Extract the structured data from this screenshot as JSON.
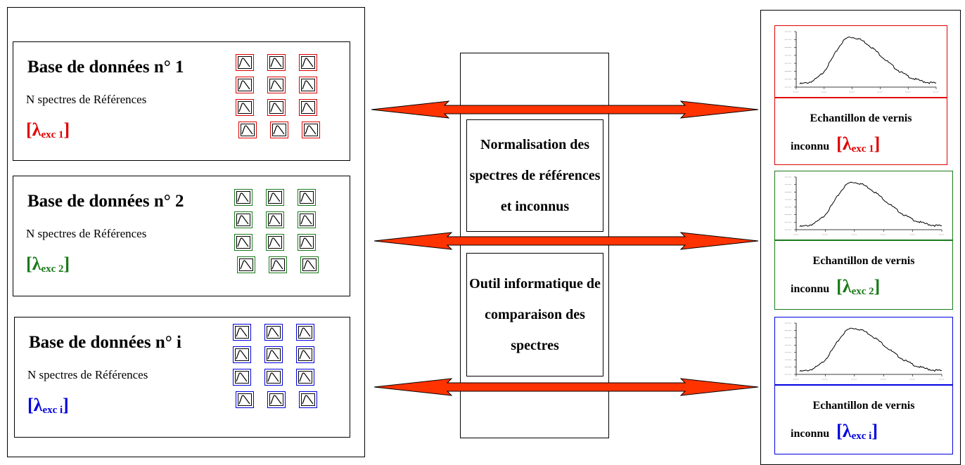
{
  "databases": [
    {
      "title": "Base de données n° 1",
      "subtitle": "N spectres de Références",
      "lambda_sym": "[λ",
      "lambda_sub": "exc 1",
      "lambda_close": "]",
      "color": "#e00000"
    },
    {
      "title": "Base de données n° 2",
      "subtitle": "N spectres de Références",
      "lambda_sym": "[λ",
      "lambda_sub": "exc 2",
      "lambda_close": "]",
      "color": "#1a7a1a"
    },
    {
      "title": "Base de données n° i",
      "subtitle": "N spectres de Références",
      "lambda_sym": "[λ",
      "lambda_sub": "exc i",
      "lambda_close": "]",
      "color": "#0000e0"
    }
  ],
  "center": {
    "box1": {
      "line1": "Normalisation des",
      "line2": "spectres de références",
      "line3": "et inconnus"
    },
    "box2": {
      "line1": "Outil informatique de",
      "line2": "comparaison des",
      "line3": "spectres"
    }
  },
  "samples": [
    {
      "line1": "Echantillon de vernis",
      "line2": "inconnu",
      "lambda_sym": "[λ",
      "lambda_sub": "exc 1",
      "lambda_close": "]",
      "color": "#e00000"
    },
    {
      "line1": "Echantillon de vernis",
      "line2": "inconnu",
      "lambda_sym": "[λ",
      "lambda_sub": "exc 2",
      "lambda_close": "]",
      "color": "#1a7a1a"
    },
    {
      "line1": "Echantillon de vernis",
      "line2": "inconnu",
      "lambda_sym": "[λ",
      "lambda_sub": "exc i",
      "lambda_close": "]",
      "color": "#0000e0"
    }
  ],
  "arrow_colors": {
    "fill": "#ff3300",
    "stroke": "#000000"
  }
}
